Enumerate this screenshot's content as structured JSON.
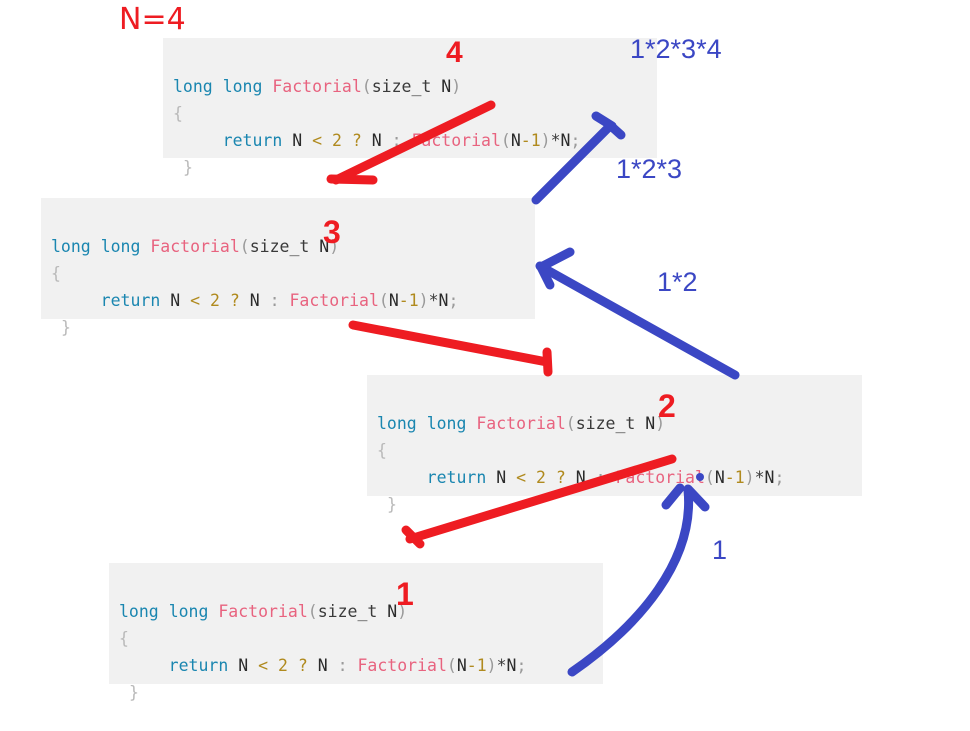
{
  "diagram": {
    "title_annotation": "N=4",
    "code_snippet": {
      "line1_kw1": "long",
      "line1_kw2": "long",
      "line1_fn": "Factorial",
      "line1_open": "(",
      "line1_type": "size_t",
      "line1_var": "N",
      "line1_close": ")",
      "line2": "{",
      "line3_kw": "return",
      "line3_var1": "N",
      "line3_lt": "<",
      "line3_num2": "2",
      "line3_q": "?",
      "line3_var2": "N",
      "line3_colon": ":",
      "line3_fn": "Factorial",
      "line3_open": "(",
      "line3_var3": "N",
      "line3_minus": "-",
      "line3_num1": "1",
      "line3_close": ")",
      "line3_star": "*",
      "line3_var4": "N",
      "line3_semi": ";",
      "line4": "}",
      "full_text": "long long Factorial(size_t N)\n{\n    return N < 2 ? N : Factorial(N-1)*N;\n }"
    },
    "frames": [
      {
        "id": "frame-1",
        "call_depth_label": "4",
        "return_label": "1*2*3*4"
      },
      {
        "id": "frame-2",
        "call_depth_label": "3",
        "return_label": "1*2*3"
      },
      {
        "id": "frame-3",
        "call_depth_label": "2",
        "return_label": "1*2"
      },
      {
        "id": "frame-4",
        "call_depth_label": "1",
        "return_label": "1"
      }
    ],
    "colors": {
      "call_arrow": "#ee1c22",
      "return_arrow": "#3b47c4",
      "code_background": "#f1f1f1",
      "keyword": "#1a86b0",
      "function": "#e8637f",
      "number": "#b08a1e",
      "punctuation": "#9a9a9a"
    }
  }
}
